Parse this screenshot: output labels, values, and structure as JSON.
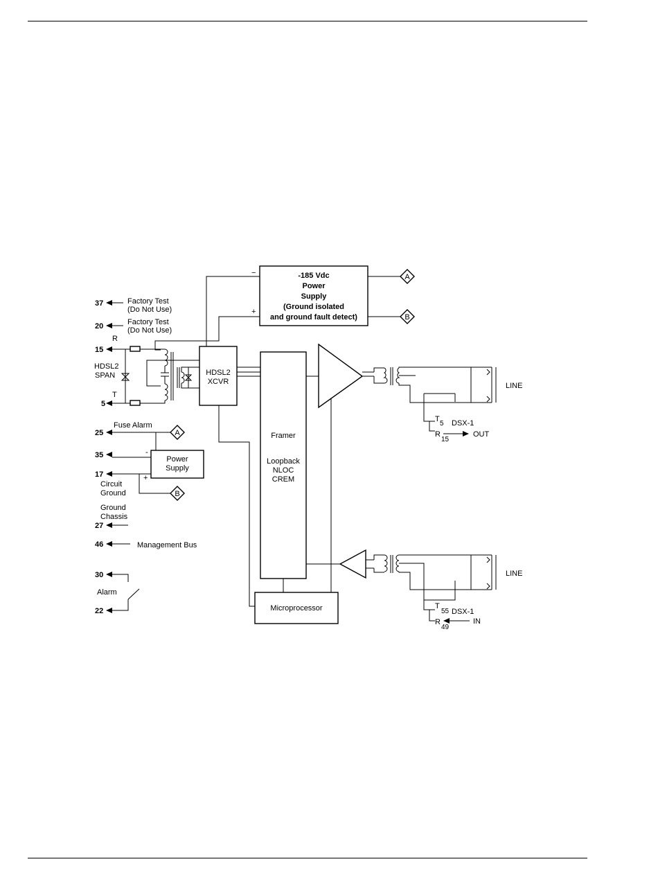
{
  "diagram": {
    "hv_supply": {
      "line1": "-185 Vdc",
      "line2": "Power",
      "line3": "Supply",
      "line4": "(Ground isolated",
      "line5": "and ground fault detect)",
      "minus": "−",
      "plus": "+"
    },
    "xcvr": {
      "line1": "HDSL2",
      "line2": "XCVR"
    },
    "framer": {
      "title": "Framer",
      "line1": "Loopback",
      "line2": "NLOC",
      "line3": "CREM"
    },
    "microprocessor": "Microprocessor",
    "power_supply": {
      "line1": "Power",
      "line2": "Supply",
      "minus": "-",
      "plus": "+"
    },
    "connectors": {
      "a": "A",
      "b": "B"
    },
    "pins": {
      "factory_test_1": {
        "pin": "37",
        "line1": "Factory Test",
        "line2": "(Do Not Use)"
      },
      "factory_test_2": {
        "pin": "20",
        "line1": "Factory Test",
        "line2": "(Do Not Use)"
      },
      "span_r": {
        "pin": "15",
        "letter": "R"
      },
      "span_t": {
        "pin": "5",
        "letter": "T"
      },
      "span_label": {
        "line1": "HDSL2",
        "line2": "SPAN"
      },
      "fuse_alarm": {
        "pin": "25",
        "label": "Fuse Alarm"
      },
      "psu_neg": {
        "pin": "35"
      },
      "circuit_ground": {
        "pin": "17",
        "line1": "Circuit",
        "line2": "Ground"
      },
      "ground_chassis": {
        "pin": "27",
        "line1": "Ground",
        "line2": "Chassis"
      },
      "management_bus": {
        "pin": "46",
        "label": "Management Bus"
      },
      "alarm": {
        "pin_top": "30",
        "pin_bottom": "22",
        "label": "Alarm"
      }
    },
    "dsx_out": {
      "t_letter": "T",
      "t_pin": "5",
      "r_letter": "R",
      "r_pin": "15",
      "label": "DSX-1",
      "direction": "OUT",
      "line_label": "LINE"
    },
    "dsx_in": {
      "t_letter": "T",
      "t_pin": "55",
      "r_letter": "R",
      "r_pin": "49",
      "label": "DSX-1",
      "direction": "IN",
      "line_label": "LINE"
    }
  }
}
